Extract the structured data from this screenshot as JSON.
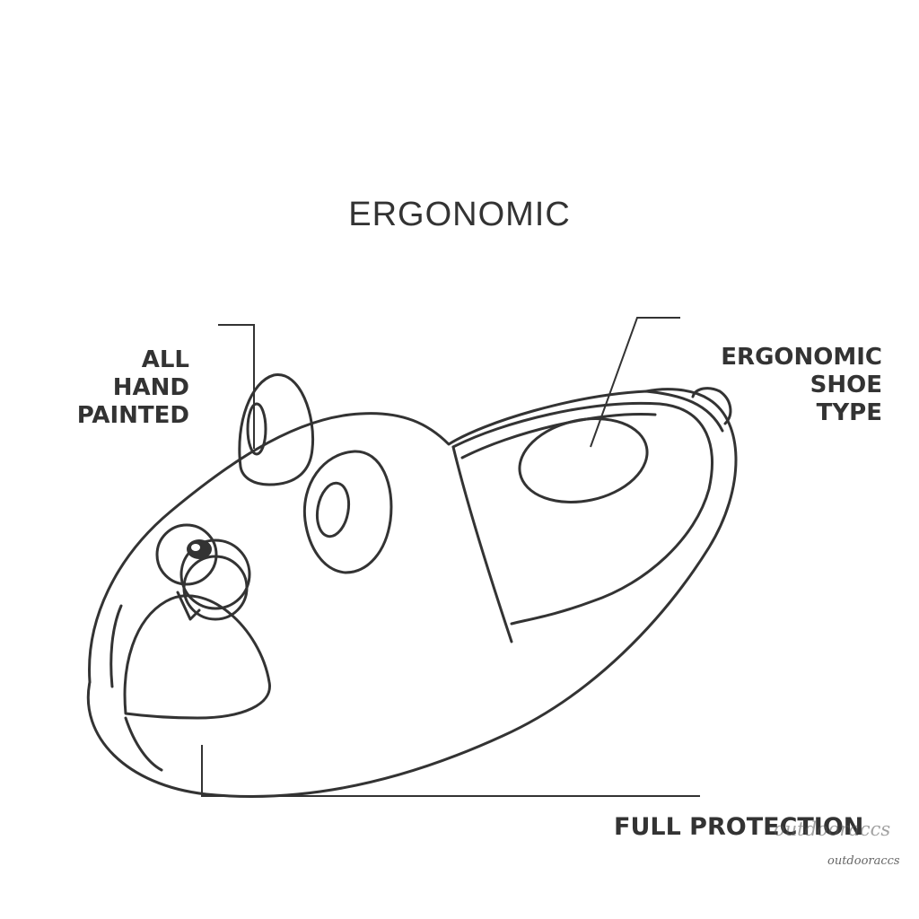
{
  "title": "ERGONOMIC",
  "callouts": {
    "hand_painted": [
      "ALL",
      "HAND",
      "PAINTED"
    ],
    "shoe_type": [
      "ERGONOMIC",
      "SHOE",
      "TYPE"
    ],
    "protection": "FULL PROTECTION"
  },
  "watermark": "outdooraccs",
  "colors": {
    "line": "#333333",
    "text": "#333333",
    "background": "#ffffff"
  }
}
